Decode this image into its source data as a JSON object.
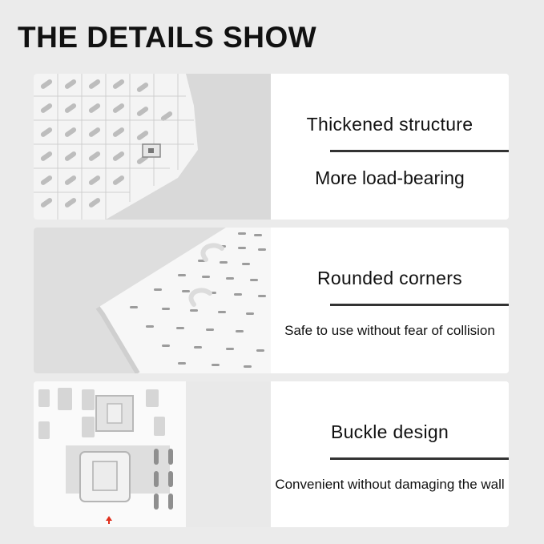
{
  "page_title": "THE DETAILS SHOW",
  "features": [
    {
      "heading": "Thickened structure",
      "subheading": "More load-bearing",
      "image_icon": "pegboard-corner-grid"
    },
    {
      "heading": "Rounded corners",
      "subheading": "Safe to use without fear of collision",
      "image_icon": "pegboard-rounded-corner-with-hooks"
    },
    {
      "heading": "Buckle design",
      "subheading": "Convenient without damaging the wall",
      "image_icon": "pegboard-adhesive-buckle"
    }
  ],
  "colors": {
    "background": "#ebebeb",
    "panel": "#ffffff",
    "text": "#111111",
    "arrow": "#e0301e"
  }
}
